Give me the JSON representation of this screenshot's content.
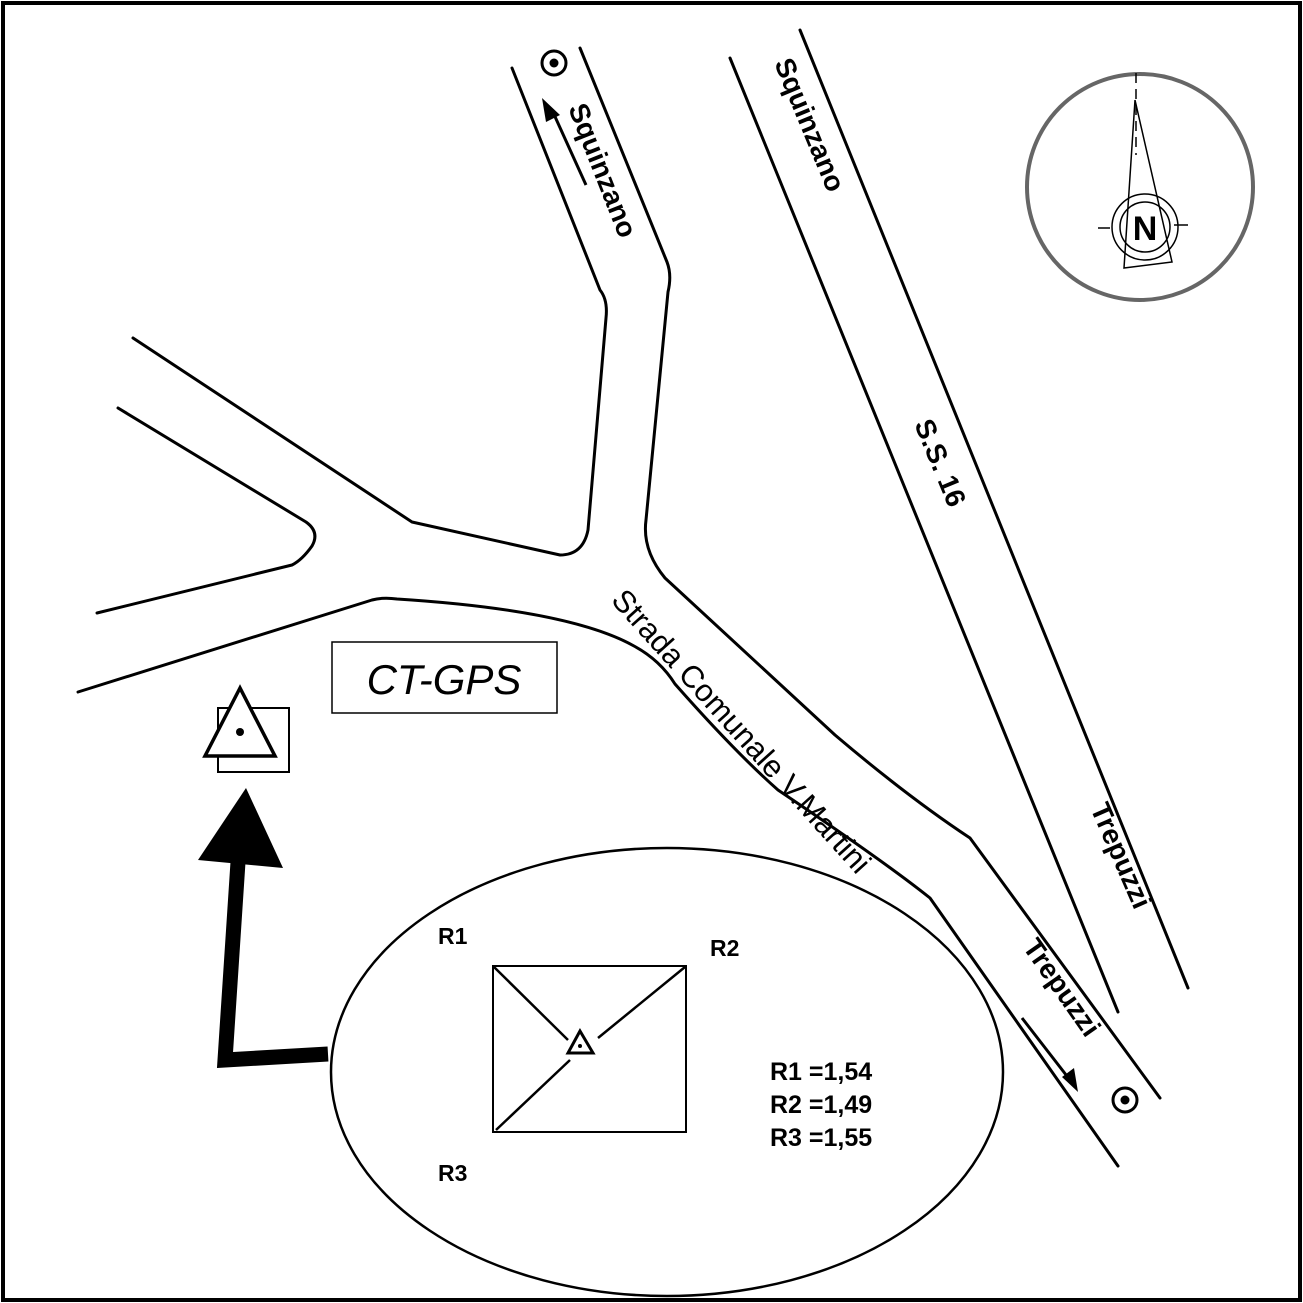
{
  "roads": {
    "squinzano_local": "Squinzano",
    "squinzano_ss16": "Squinzano",
    "ss16": "S.S. 16",
    "trepuzzi_ss16": "Trepuzzi",
    "strada_comunale": "Strada Comunale V.Martini",
    "trepuzzi_local": "Trepuzzi"
  },
  "station": {
    "label": "CT-GPS"
  },
  "compass": {
    "north": "N",
    "ring_color": "#666666"
  },
  "detail": {
    "r1_label": "R1",
    "r2_label": "R2",
    "r3_label": "R3",
    "measurements": [
      "R1 =1,54",
      "R2 =1,49",
      "R3 =1,55"
    ]
  },
  "icons": {
    "place_marker": "circled-dot-icon",
    "station_marker": "triangle-in-square-icon",
    "pointer": "thick-arrow-icon"
  }
}
